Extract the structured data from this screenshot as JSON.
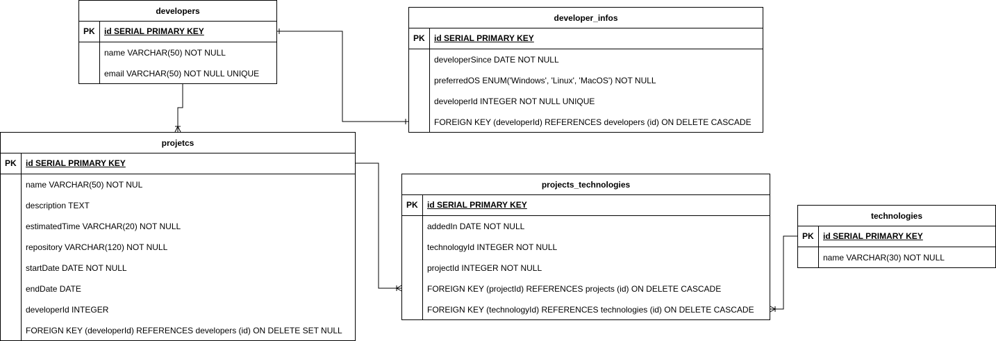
{
  "diagram": {
    "tables": {
      "developers": {
        "title": "developers",
        "pk_label": "PK",
        "pk_field": "id SERIAL PRIMARY KEY",
        "fields": [
          "name VARCHAR(50) NOT NULL",
          "email VARCHAR(50) NOT NULL UNIQUE"
        ]
      },
      "developer_infos": {
        "title": "developer_infos",
        "pk_label": "PK",
        "pk_field": "id SERIAL PRIMARY KEY",
        "fields": [
          "developerSince DATE NOT NULL",
          "preferredOS ENUM('Windows', 'Linux', 'MacOS') NOT NULL",
          "developerId INTEGER NOT NULL UNIQUE",
          " FOREIGN KEY (developerId) REFERENCES developers (id) ON DELETE CASCADE"
        ]
      },
      "projetcs": {
        "title": "projetcs",
        "pk_label": "PK",
        "pk_field": "id SERIAL PRIMARY KEY",
        "fields": [
          "name VARCHAR(50) NOT NUL",
          "description TEXT",
          "estimatedTime VARCHAR(20) NOT NULL",
          "repository VARCHAR(120) NOT NULL",
          "startDate DATE NOT NULL",
          "endDate DATE",
          "developerId INTEGER",
          "FOREIGN KEY (developerId) REFERENCES developers (id) ON DELETE SET NULL"
        ]
      },
      "projects_technologies": {
        "title": "projects_technologies",
        "pk_label": "PK",
        "pk_field": "id SERIAL PRIMARY KEY",
        "fields": [
          "addedIn DATE NOT NULL",
          "technologyId INTEGER NOT NULL",
          "projectId INTEGER NOT NULL",
          "FOREIGN KEY (projectId) REFERENCES projects (id) ON DELETE CASCADE",
          "FOREIGN KEY (technologyId) REFERENCES technologies (id) ON DELETE CASCADE"
        ]
      },
      "technologies": {
        "title": "technologies",
        "pk_label": "PK",
        "pk_field": "id SERIAL PRIMARY KEY",
        "fields": [
          " name VARCHAR(30) NOT NULL"
        ]
      }
    },
    "line_color": "#000000"
  }
}
